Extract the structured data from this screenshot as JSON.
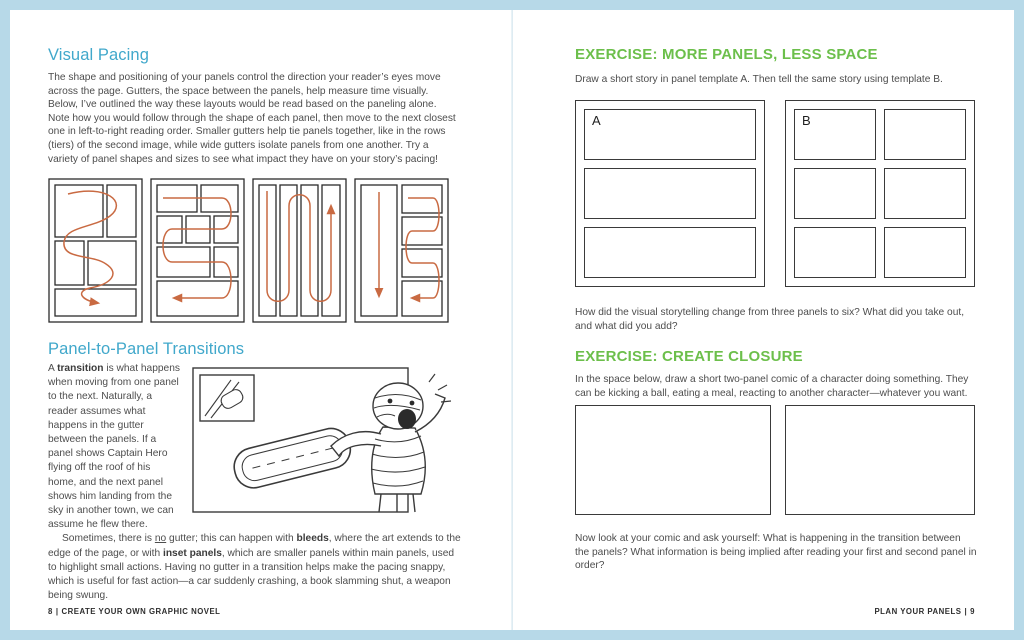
{
  "meta": {
    "background_color": "#b7d9e8",
    "accent_blue": "#41a8cb",
    "accent_green": "#6cbf4b",
    "arrow_orange": "#c96a42",
    "body_text_color": "#4d4d4d"
  },
  "left_page": {
    "visual_pacing": {
      "heading": "Visual Pacing",
      "body": "The shape and positioning of your panels control the direction your reader’s eyes move across the page. Gutters, the space between the panels, help measure time visually. Below, I’ve outlined the way these layouts would be read based on the paneling alone. Note how you would follow through the shape of each panel, then move to the next closest one in left-to-right reading order. Smaller gutters help tie panels together, like in the rows (tiers) of the second image, while wide gutters isolate panels from one another. Try a variety of panel shapes and sizes to see what impact they have on your story’s pacing!"
    },
    "transitions": {
      "heading": "Panel-to-Panel Transitions",
      "p1": {
        "pre": "A ",
        "bold": "transition",
        "rest": " is what happens when moving from one panel to the next. Naturally, a reader assumes what happens in the gutter between the panels. If a panel shows Captain Hero flying off the roof of his home, and the next panel shows him landing from the sky in another town, we can assume he flew there."
      },
      "p2": {
        "pre": "Sometimes, there is ",
        "underlined": "no",
        "mid1": " gutter; this can happen with ",
        "bold1": "bleeds",
        "mid2": ", where the art extends to the edge of the page, or with ",
        "bold2": "inset panels",
        "rest": ", which are smaller panels within main panels, used to highlight small actions. Having no gutter in a transition helps make the pacing snappy, which is useful for fast action—a car suddenly crashing, a book slamming shut, a weapon being swung."
      }
    },
    "footer": {
      "page_number": "8",
      "separator": "|",
      "text": "CREATE YOUR OWN GRAPHIC NOVEL"
    }
  },
  "right_page": {
    "exercise1": {
      "heading": "EXERCISE: MORE PANELS, LESS SPACE",
      "intro": "Draw a short story in panel template A. Then tell the same story using template B.",
      "template_a_label": "A",
      "template_b_label": "B",
      "question": "How did the visual storytelling change from three panels to six? What did you take out, and what did you add?"
    },
    "exercise2": {
      "heading": "EXERCISE: CREATE CLOSURE",
      "intro": "In the space below, draw a short two-panel comic of a character doing something. They can be kicking a ball, eating a meal, reacting to another character—whatever you want.",
      "question": "Now look at your comic and ask yourself: What is happening in the transition between the panels? What information is being implied after reading your first and second panel in order?"
    },
    "footer": {
      "text": "PLAN YOUR PANELS",
      "separator": "|",
      "page_number": "9"
    }
  }
}
